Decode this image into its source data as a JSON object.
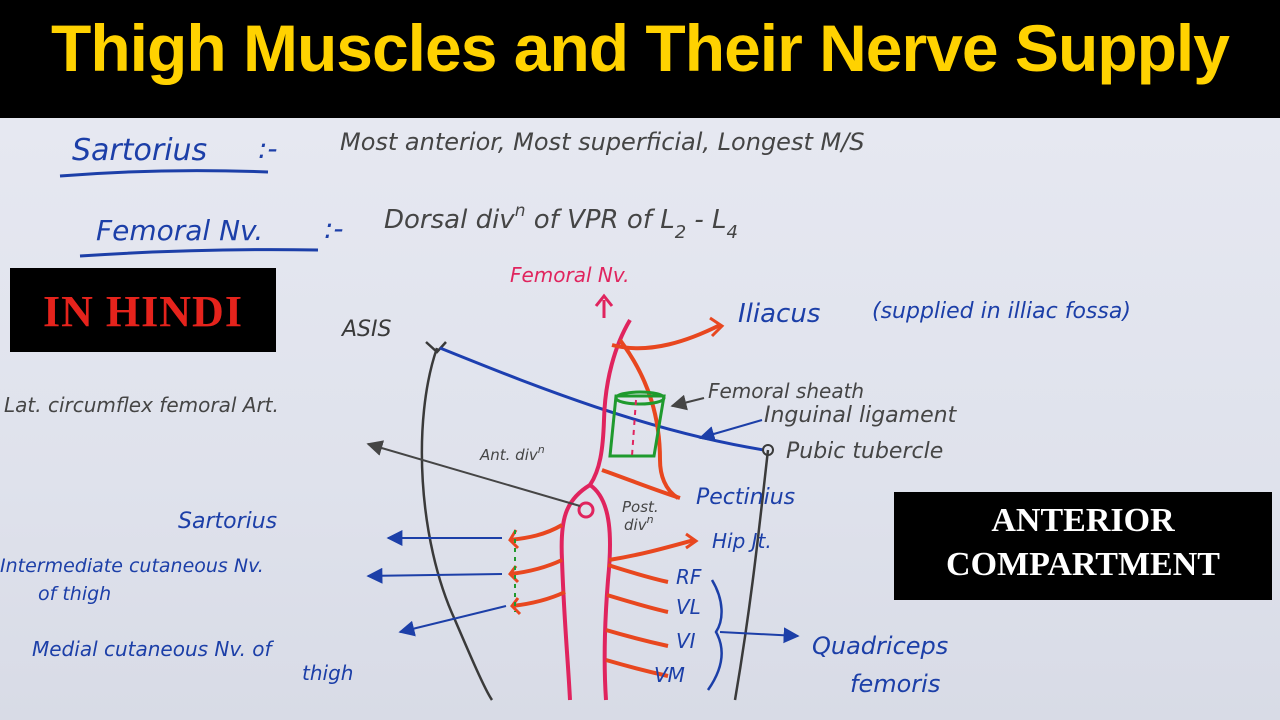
{
  "title": "Thigh Muscles and Their Nerve Supply",
  "badges": {
    "language": "IN HINDI",
    "compartment_line1": "ANTERIOR",
    "compartment_line2": "COMPARTMENT"
  },
  "notes": {
    "sartorius_term": "Sartorius",
    "sartorius_sep": ":-",
    "sartorius_desc": "Most anterior, Most superficial, Longest M/S",
    "femoral_term": "Femoral Nv.",
    "femoral_sep": ":-",
    "femoral_desc_a": "Dorsal div",
    "femoral_desc_sup": "n",
    "femoral_desc_b": " of VPR of L",
    "femoral_desc_sub": "2",
    "femoral_desc_c": " - L",
    "femoral_desc_sub2": "4"
  },
  "labels": {
    "femoral_nv": "Femoral Nv.",
    "asis": "ASIS",
    "iliacus": "Iliacus",
    "iliacus_note": "(supplied in illiac fossa)",
    "femoral_sheath": "Femoral sheath",
    "inguinal_ligament": "Inguinal ligament",
    "pubic_tubercle": "Pubic tubercle",
    "lat_circumflex": "Lat. circumflex femoral Art.",
    "ant_div": "Ant. div",
    "ant_div_sup": "n",
    "post_div_1": "Post.",
    "post_div_2": "div",
    "post_div_sup": "n",
    "pectineus": "Pectinius",
    "hip_jt": "Hip Jt.",
    "sartorius": "Sartorius",
    "intermediate_1": "Intermediate cutaneous Nv.",
    "intermediate_2": "of thigh",
    "medial_1": "Medial cutaneous Nv. of",
    "medial_2": "thigh",
    "rf": "RF",
    "vl": "VL",
    "vi": "VI",
    "vm": "VM",
    "quadriceps_1": "Quadriceps",
    "quadriceps_2": "femoris"
  },
  "colors": {
    "title_text": "#ffd200",
    "title_bg": "#000000",
    "hindi_text": "#e5231c",
    "heading_blue": "#1c3fa8",
    "note_gray": "#454545",
    "nerve_pink": "#e0245e",
    "branch_orange": "#e8471f",
    "ligament_blue": "#1d3fb0",
    "sheath_green": "#1f9a2e",
    "thigh_outline": "#3a3a3a"
  }
}
